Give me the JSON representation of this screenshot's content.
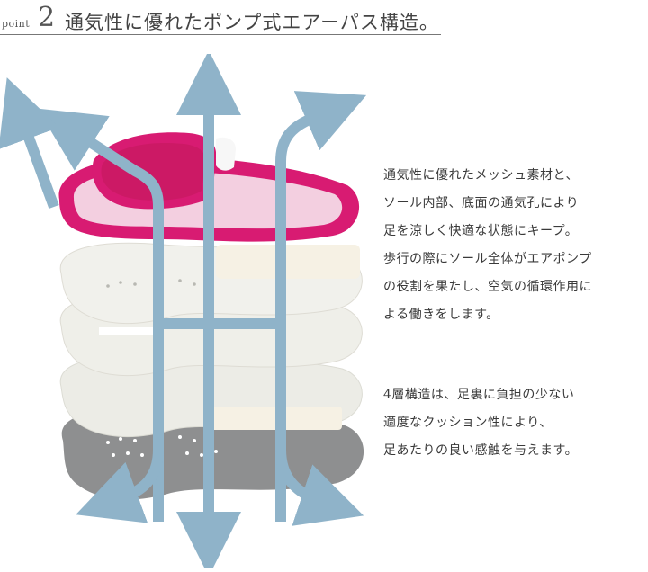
{
  "header": {
    "point_label": "point",
    "point_number": "2",
    "title": "通気性に優れたポンプ式エアーパス構造。"
  },
  "description": {
    "paragraph1": [
      "通気性に優れたメッシュ素材と、",
      "ソール内部、底面の通気孔により",
      "足を涼しく快適な状態にキープ。",
      "歩行の際にソール全体がエアポンプ",
      "の役割を果たし、空気の循環作用に",
      "よる働きをします。"
    ],
    "paragraph2": [
      "4層構造は、足裏に負担の少ない",
      "適度なクッション性により、",
      "足あたりの良い感触を与えます。"
    ]
  },
  "colors": {
    "arrow": "#8fb3c9",
    "slipper_pink": "#d81b72",
    "slipper_mesh": "#f3cfe0",
    "insole": "#efefe9",
    "outsole": "#8e8f90"
  },
  "icons": {
    "arrows": "airflow-arrow-icon",
    "slipper": "slipper-icon"
  }
}
